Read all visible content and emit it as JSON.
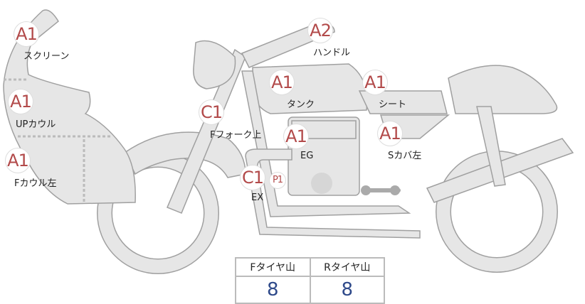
{
  "parts": [
    {
      "id": "screen",
      "grade": "A1",
      "label": "スクリーン"
    },
    {
      "id": "up-cowl",
      "grade": "A1",
      "label": "UPカウル"
    },
    {
      "id": "f-cowl-left",
      "grade": "A1",
      "label": "Fカウル左"
    },
    {
      "id": "f-fork-upper",
      "grade": "C1",
      "label": "Fフォーク上"
    },
    {
      "id": "handle",
      "grade": "A2",
      "label": "ハンドル"
    },
    {
      "id": "tank",
      "grade": "A1",
      "label": "タンク"
    },
    {
      "id": "seat",
      "grade": "A1",
      "label": "シート"
    },
    {
      "id": "engine",
      "grade": "A1",
      "label": "EG"
    },
    {
      "id": "s-cover-left",
      "grade": "A1",
      "label": "Sカバ左"
    },
    {
      "id": "exhaust",
      "grade": "C1",
      "extra": "P1",
      "label": "EX"
    }
  ],
  "tire_table": {
    "headers": [
      "Fタイヤ山",
      "Rタイヤ山"
    ],
    "values": [
      "8",
      "8"
    ]
  },
  "colors": {
    "grade": "#b24a4a",
    "value": "#2f4a8a",
    "part_fill": "#e6e6e6",
    "part_stroke": "#a0a0a0"
  }
}
